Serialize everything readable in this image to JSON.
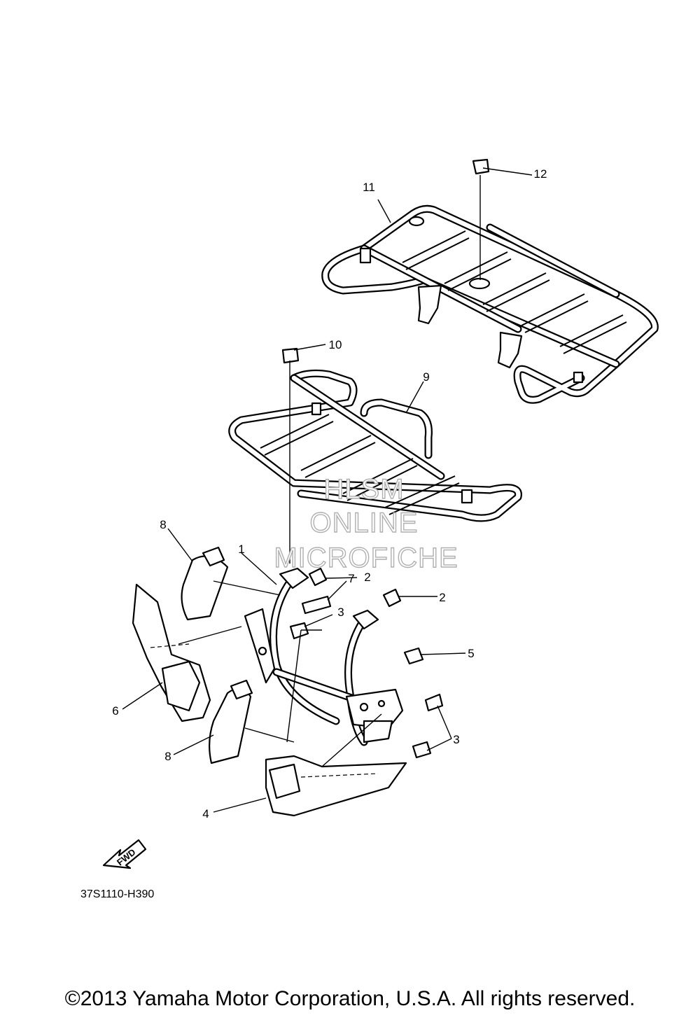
{
  "diagram": {
    "callouts": [
      "1",
      "2",
      "2",
      "3",
      "3",
      "4",
      "5",
      "6",
      "7",
      "8",
      "8",
      "9",
      "10",
      "11",
      "12"
    ],
    "watermark": [
      "HLSM",
      "ONLINE",
      "MICROFICHE"
    ],
    "diagram_code": "37S1110-H390",
    "fwd_label": "FWD"
  },
  "footer": {
    "copyright": "©2013 Yamaha Motor Corporation, U.S.A. All rights reserved."
  }
}
